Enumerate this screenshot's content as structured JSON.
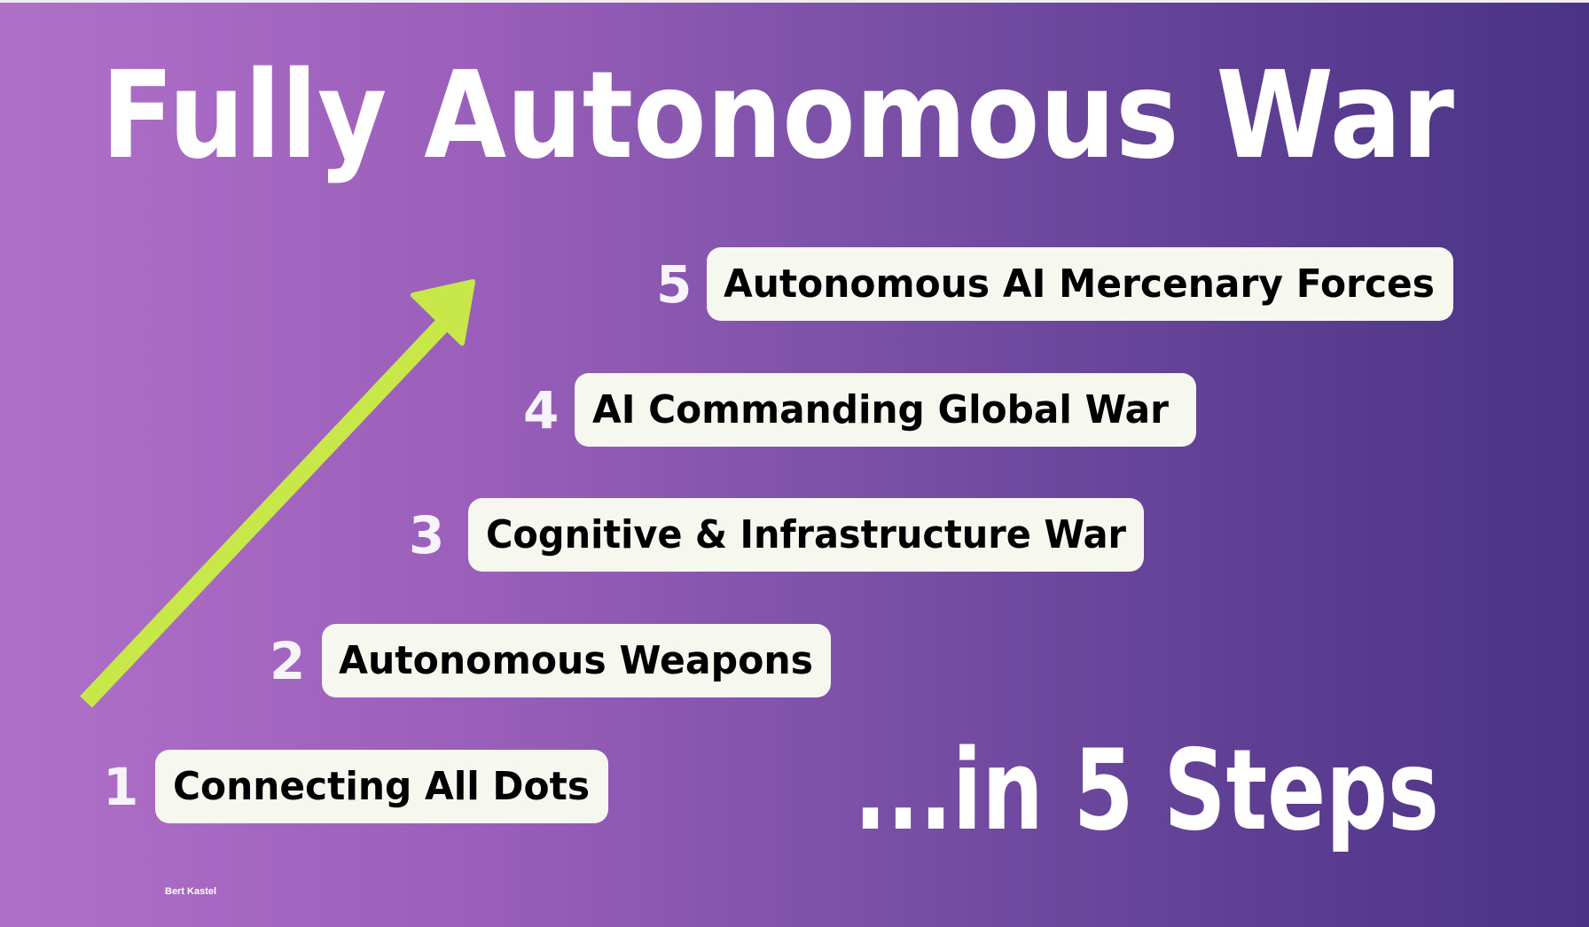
{
  "title": "Fully Autonomous War",
  "subtitle": "...in 5 Steps",
  "steps": [
    {
      "number": "1",
      "label": "Connecting All Dots"
    },
    {
      "number": "2",
      "label": "Autonomous Weapons"
    },
    {
      "number": "3",
      "label": "Cognitive & Infrastructure War"
    },
    {
      "number": "4",
      "label": "AI Commanding Global War"
    },
    {
      "number": "5",
      "label": "Autonomous AI Mercenary Forces"
    }
  ],
  "credit": "Bert Kastel",
  "colors": {
    "arrow": "#c8e84a",
    "box": "#f6f7ee",
    "gradient_left": "#b070c8",
    "gradient_right": "#4a3384"
  },
  "icons": {
    "arrow": "arrow-up-right-icon"
  }
}
